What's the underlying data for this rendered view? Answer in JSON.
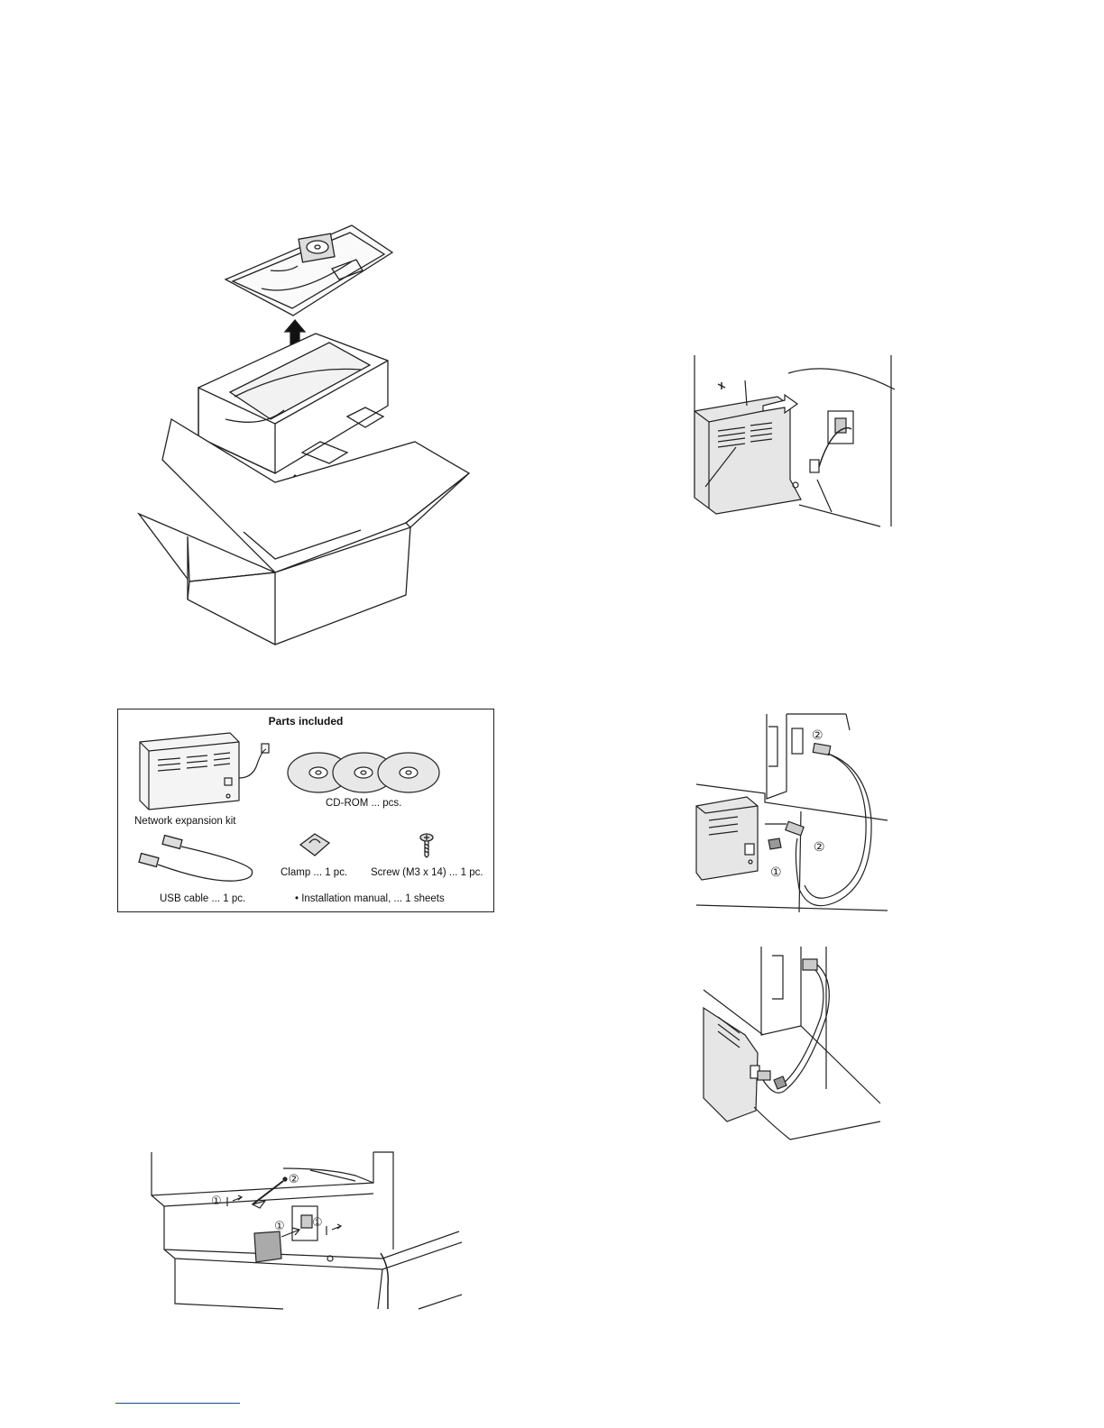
{
  "parts_box": {
    "title": "Parts included",
    "items": {
      "network_kit": "Network expansion kit",
      "cdrom": "CD-ROM ...    pcs.",
      "clamp": "Clamp ... 1 pc.",
      "screw": "Screw (M3 x 14) ... 1 pc.",
      "usb_cable": "USB cable ... 1 pc.",
      "manual": "• Installation manual,  ... 1 sheets"
    }
  },
  "callouts": {
    "one": "①",
    "two": "②"
  },
  "colors": {
    "line": "#222222",
    "link": "#1a3fbf"
  }
}
